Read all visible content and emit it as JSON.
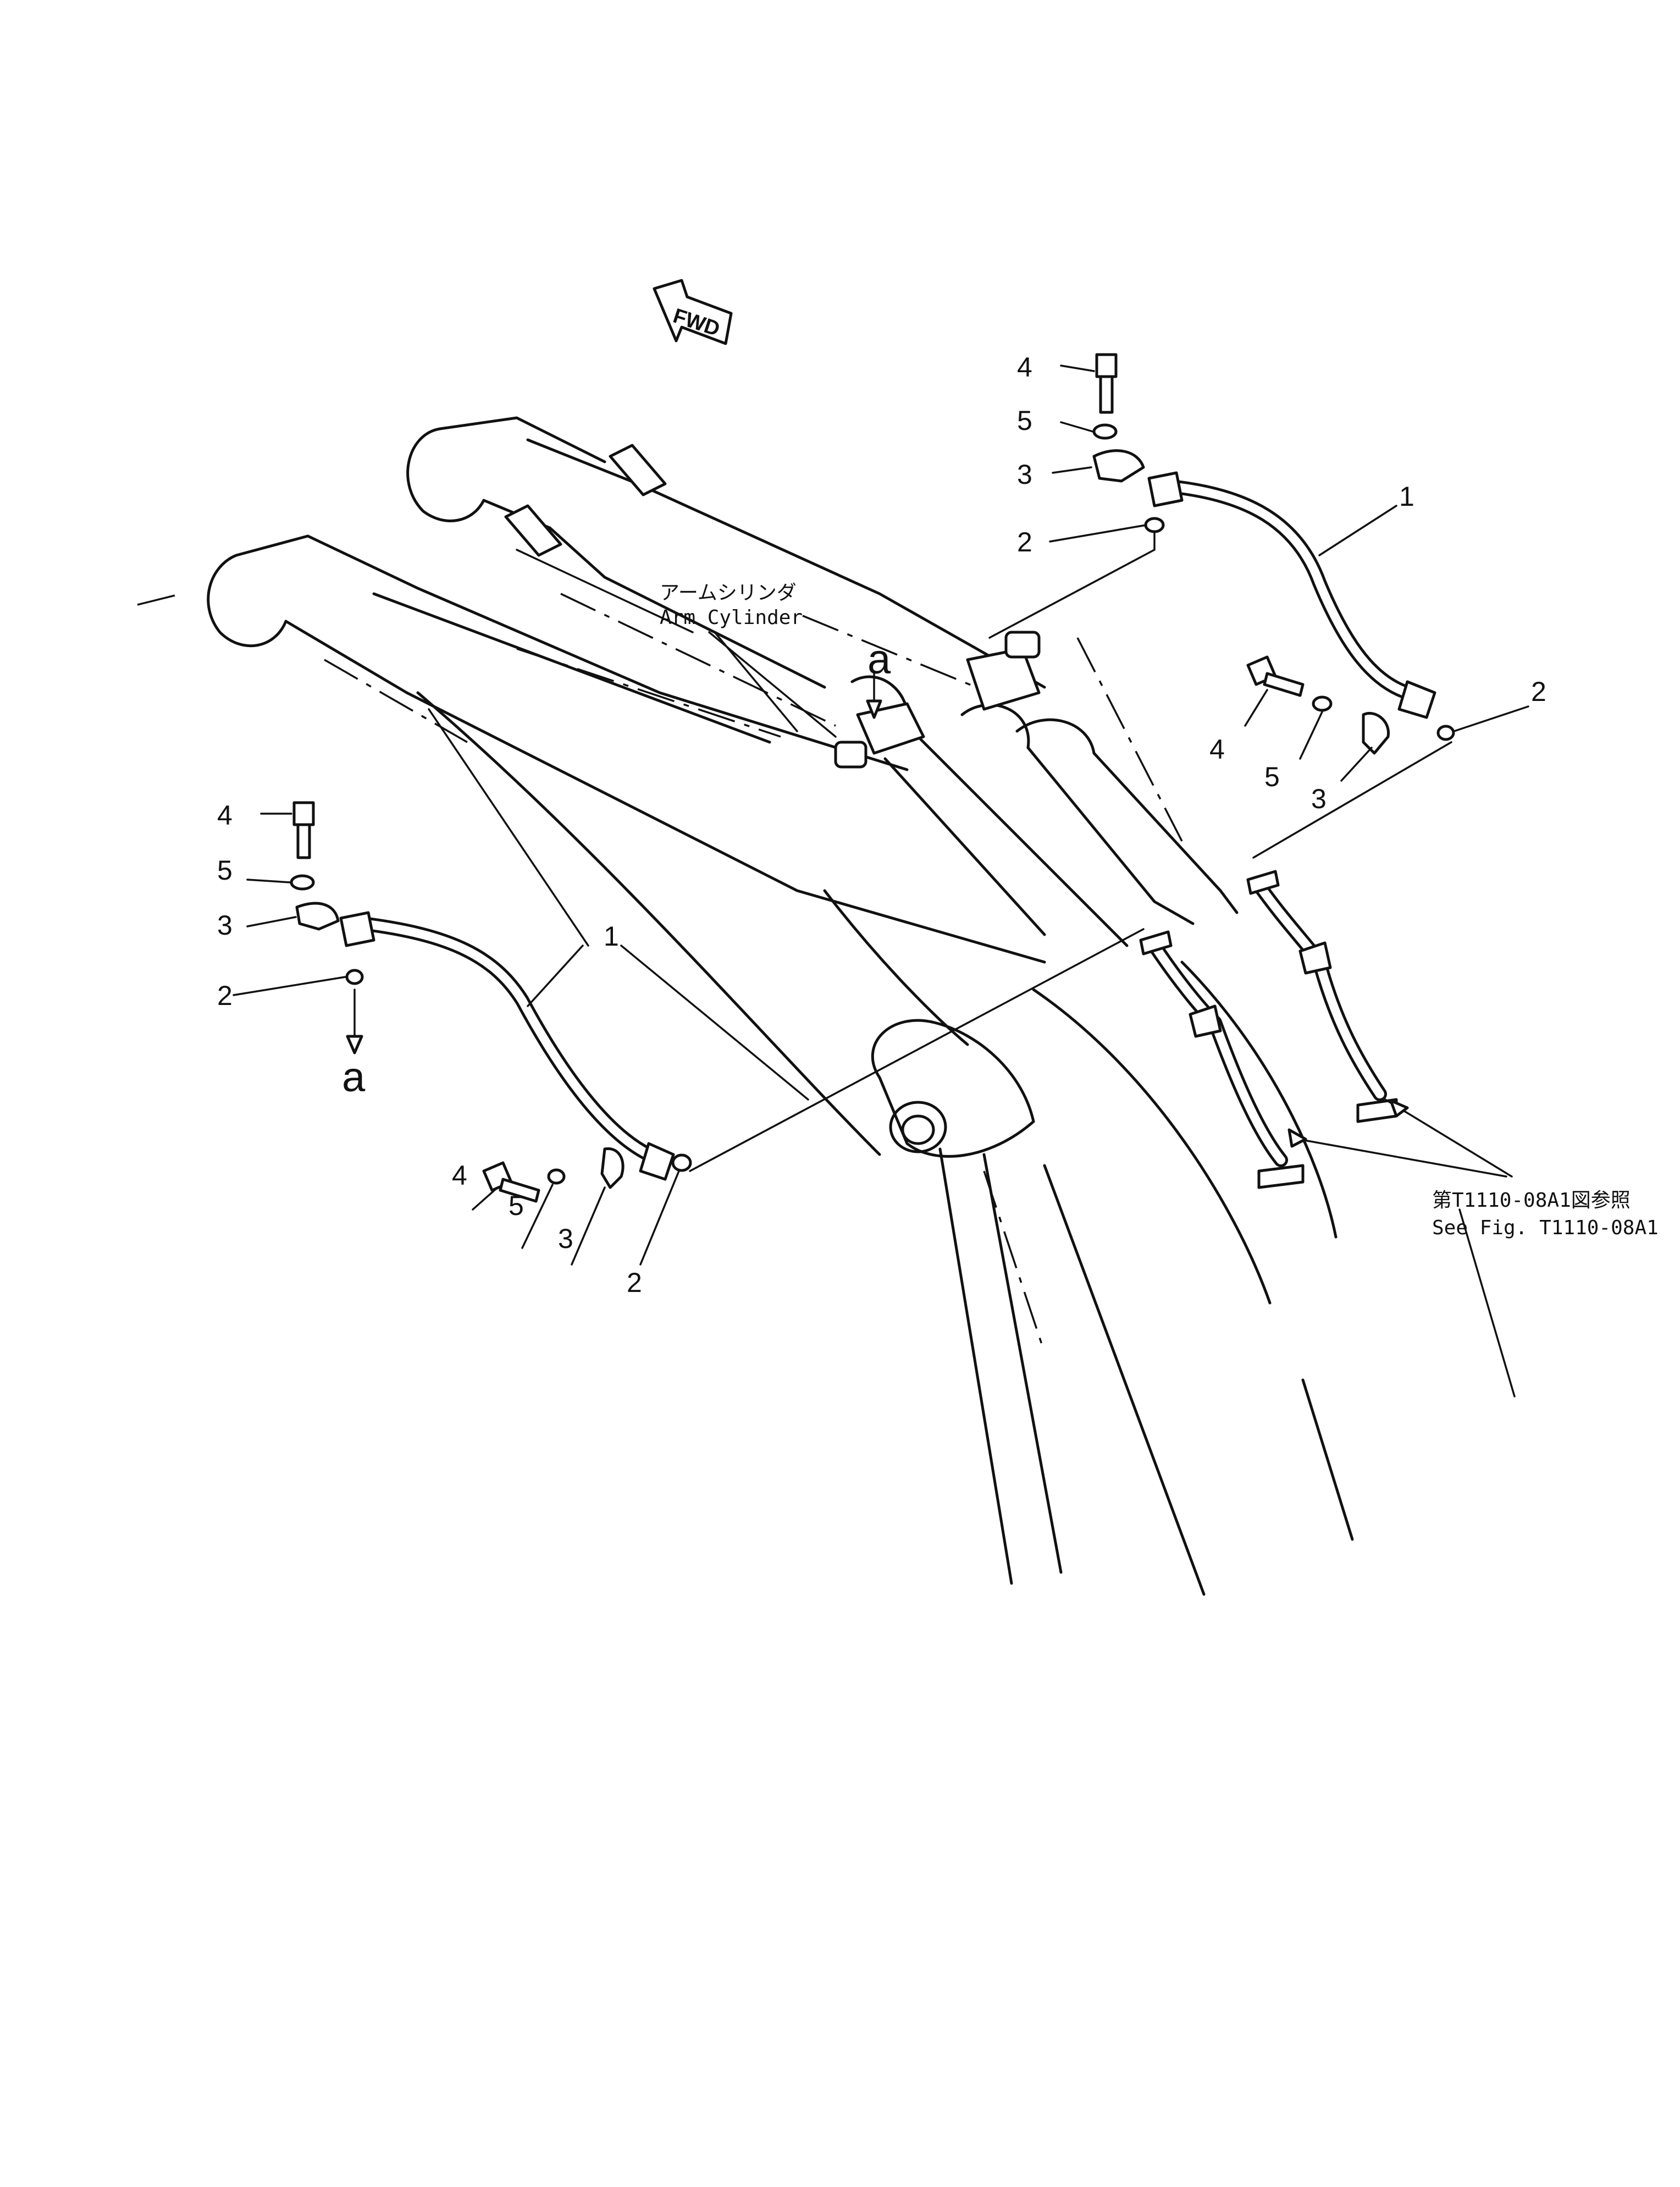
{
  "direction_marker": "FWD",
  "cylinder_label": {
    "japanese": "アームシリンダ",
    "english": "Arm Cylinder"
  },
  "reference_note": {
    "japanese": "第T1110-08A1図参照",
    "english": "See Fig. T1110-08A1"
  },
  "callouts": {
    "hose": "1",
    "o_ring": "2",
    "split_flange": "3",
    "bolt": "4",
    "washer": "5",
    "connection_letter": "a"
  }
}
